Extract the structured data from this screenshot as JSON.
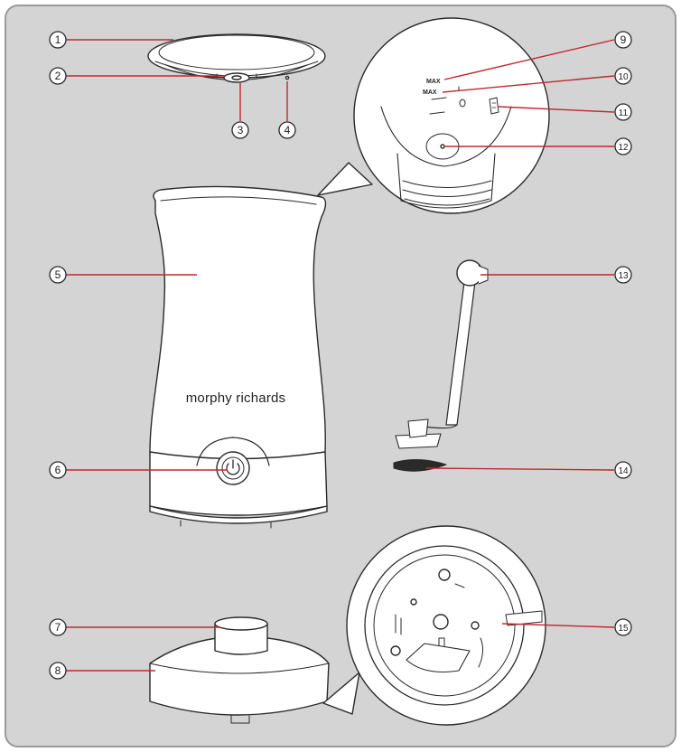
{
  "brand_label": "morphy richards",
  "max_labels": [
    "MAX",
    "MAX"
  ],
  "callouts": [
    "1",
    "2",
    "3",
    "4",
    "5",
    "6",
    "7",
    "8",
    "9",
    "10",
    "11",
    "12",
    "13",
    "14",
    "15"
  ],
  "colors": {
    "panel": "#d4d4d4",
    "panel_border": "#9a9a9a",
    "leader": "#c0282d",
    "outline": "#2a2a2a",
    "product": "#ffffff"
  }
}
